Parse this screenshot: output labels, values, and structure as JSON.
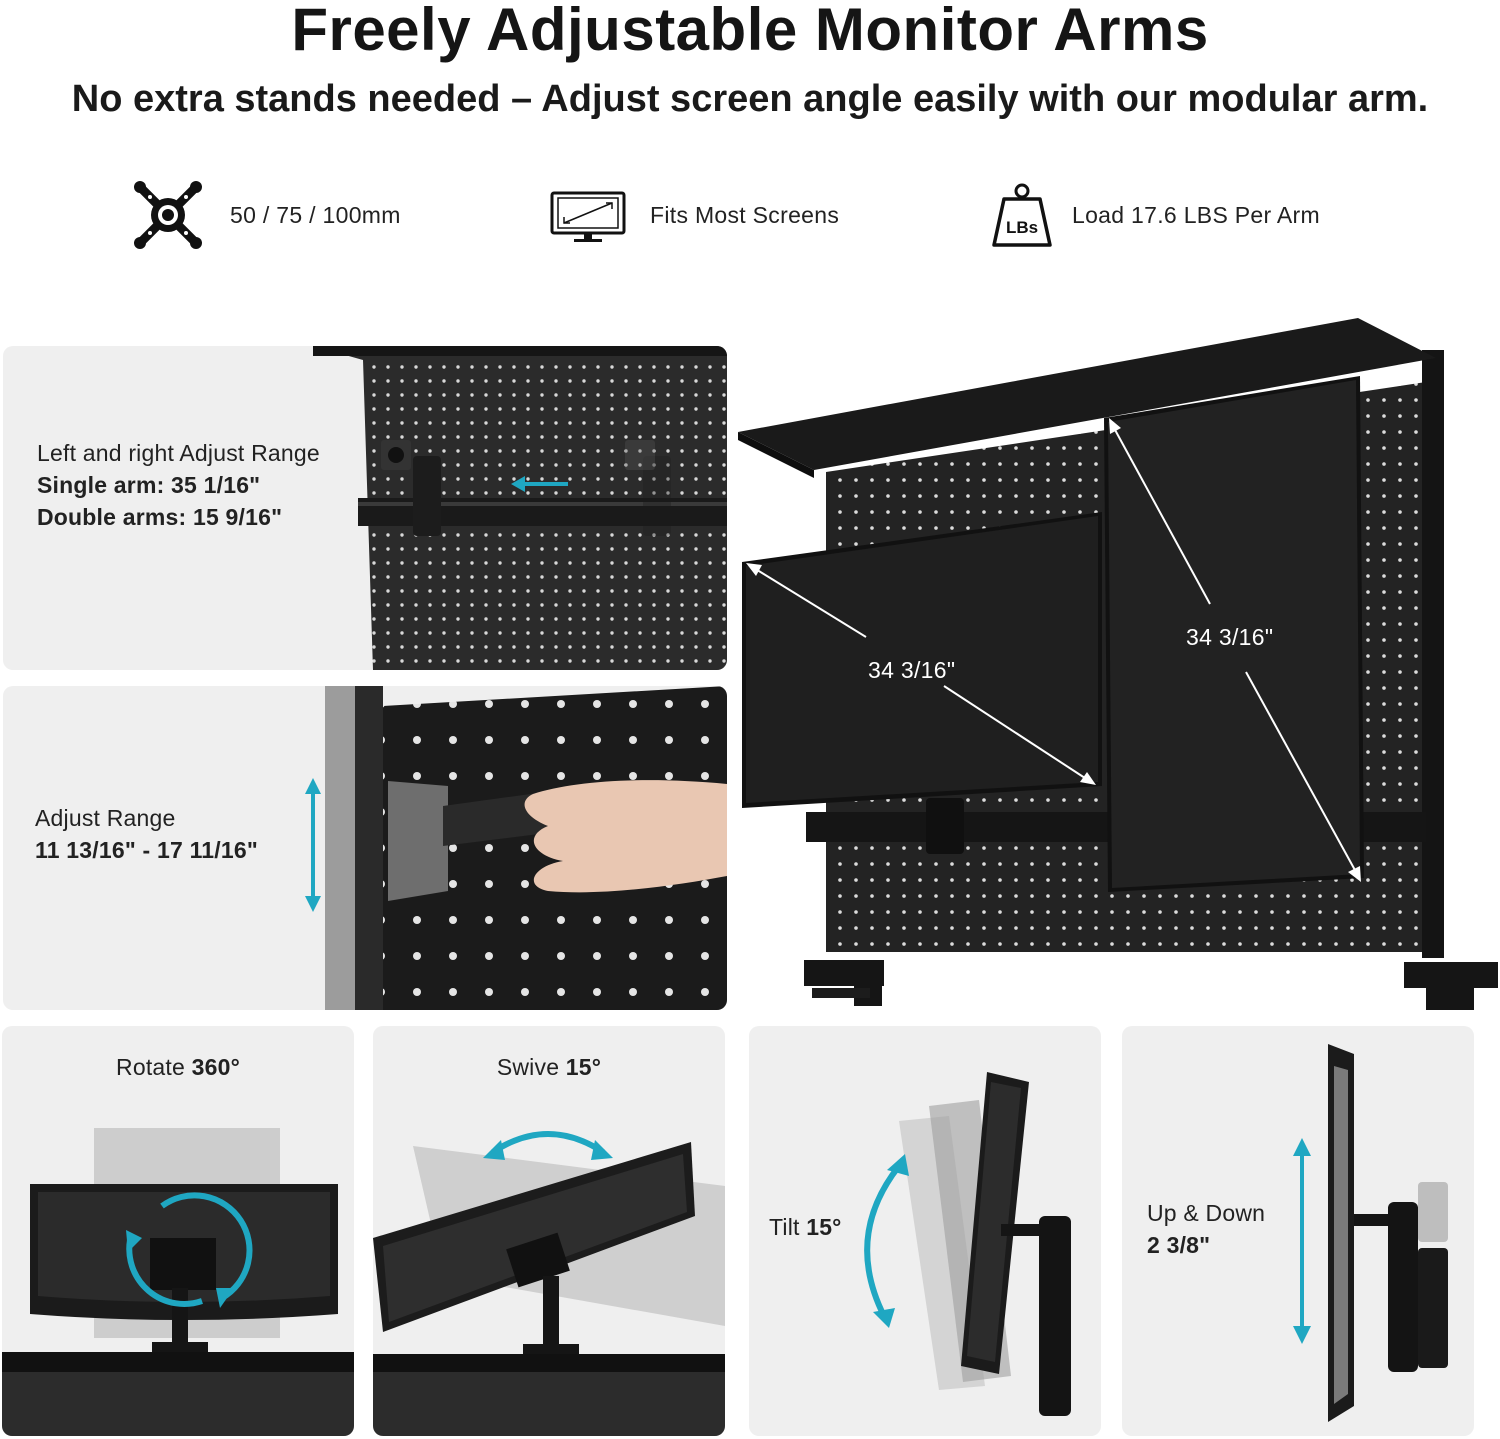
{
  "header": {
    "title": "Freely Adjustable Monitor Arms",
    "subtitle": "No extra stands needed – Adjust screen angle easily with our modular arm."
  },
  "features": [
    {
      "icon": "vesa-mount-icon",
      "label": "50 / 75 / 100mm"
    },
    {
      "icon": "monitor-screen-icon",
      "label": "Fits Most Screens"
    },
    {
      "icon": "weight-lbs-icon",
      "icon_text": "LBs",
      "label": "Load 17.6 LBS  Per Arm"
    }
  ],
  "panels": {
    "left_right": {
      "line1": "Left and right Adjust Range",
      "line2": "Single arm: 35 1/16\"",
      "line3": "Double arms: 15 9/16\""
    },
    "height": {
      "line1": "Adjust Range",
      "line2": "11 13/16\" - 17 11/16\""
    },
    "main": {
      "dim_left": "34 3/16\"",
      "dim_right": "34 3/16\""
    },
    "rotate": {
      "label": "Rotate ",
      "value": "360°"
    },
    "swivel": {
      "label": "Swive ",
      "value": "15°"
    },
    "tilt": {
      "label": "Tilt ",
      "value": "15°"
    },
    "updown": {
      "label": "Up & Down",
      "value": "2 3/8\""
    }
  },
  "colors": {
    "accent_arrow": "#1fa7c2",
    "panel_bg": "#efefef",
    "product_black": "#1c1c1c"
  }
}
